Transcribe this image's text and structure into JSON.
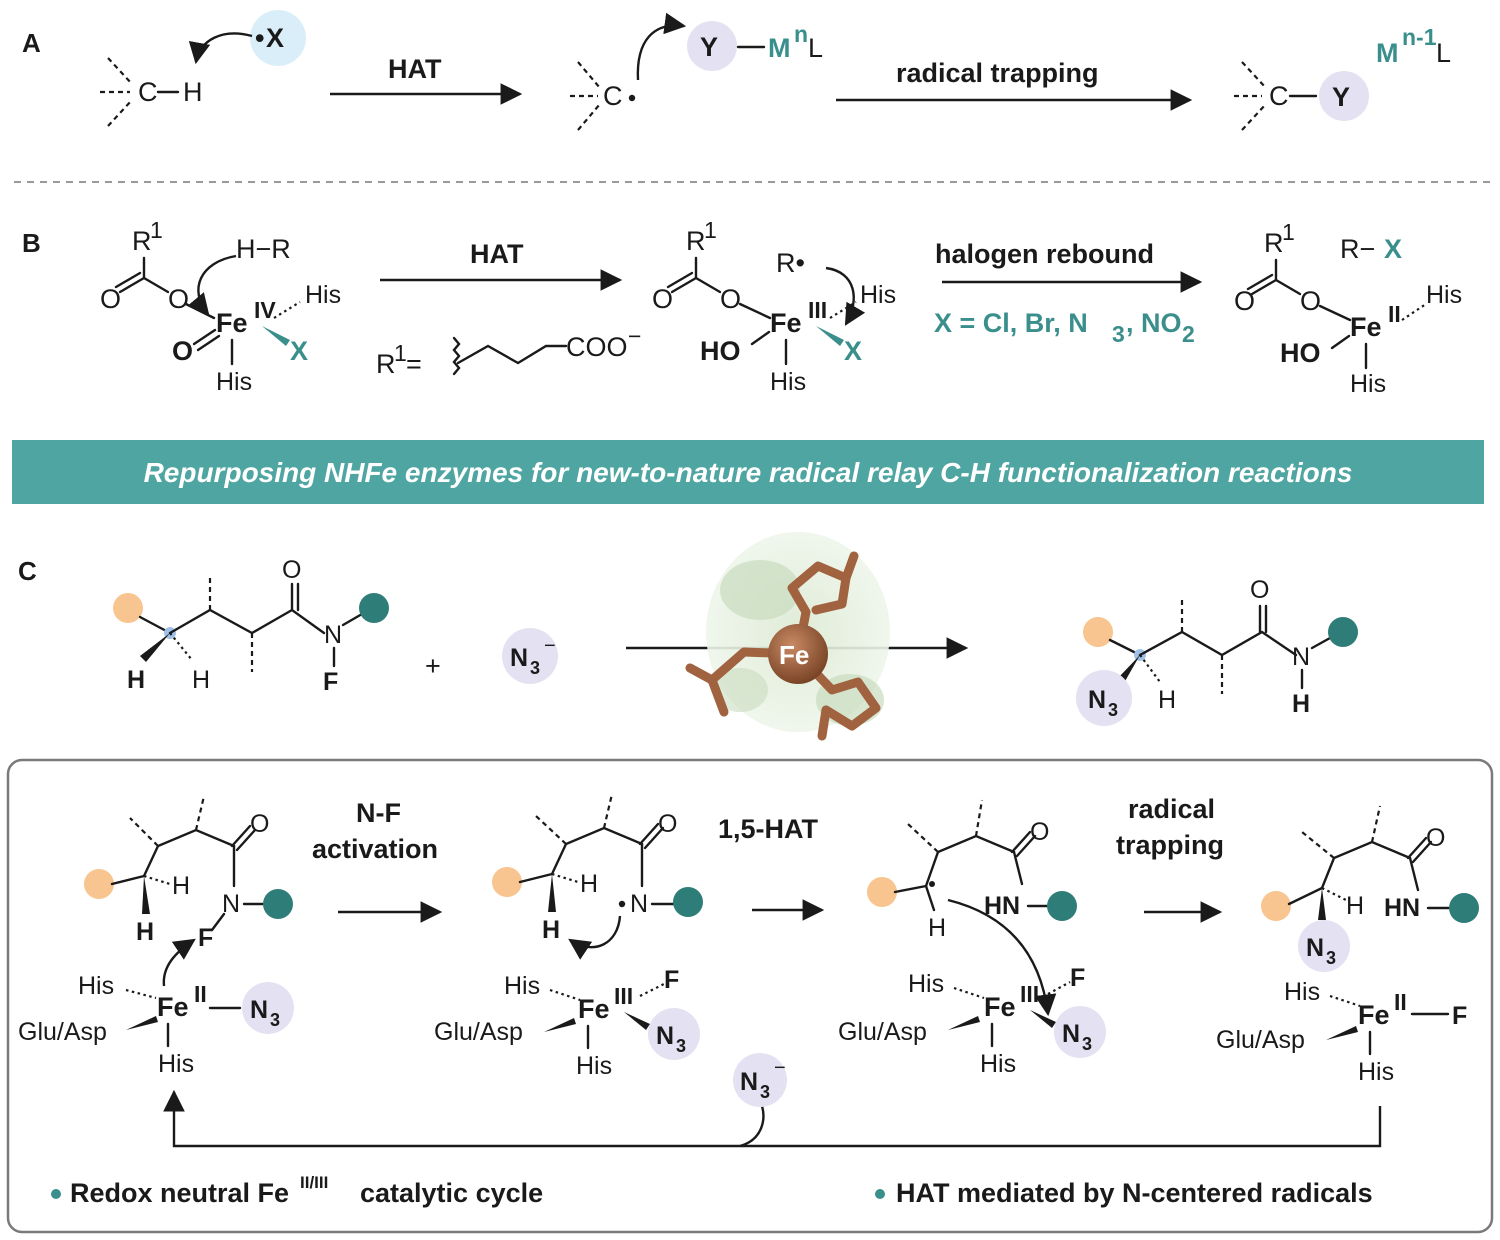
{
  "panels": {
    "a": "A",
    "b": "B",
    "c": "C"
  },
  "panel_a": {
    "c": "C",
    "h": "H",
    "x_radical": "X",
    "hat": "HAT",
    "y": "Y",
    "metal": "M",
    "metal_ox": "n",
    "metal_ligand": "L",
    "radical_trapping": "radical trapping",
    "product_c": "C",
    "product_y": "Y",
    "metal_reduced": "M",
    "metal_reduced_ox": "n-1",
    "metal_reduced_ligand": "L"
  },
  "panel_b": {
    "r1": "R",
    "r1_sup": "1",
    "o": "O",
    "hr": "H−R",
    "fe": "Fe",
    "fe_iv": "IV",
    "fe_iii": "III",
    "fe_ii": "II",
    "his": "His",
    "x": "X",
    "ho": "HO",
    "hat": "HAT",
    "r1_def": "R",
    "r1_def_sup": "1",
    "r1_def_eq": " =",
    "coo": "COO",
    "coo_charge": "−",
    "r_radical": "R•",
    "halogen_rebound": "halogen rebound",
    "x_list": "X = Cl, Br, N",
    "x_list_n3_sub": "3",
    "x_list_tail": ", NO",
    "x_list_no2_sub": "2",
    "rx_r": "R−",
    "rx_x": "X"
  },
  "banner": {
    "text": "Repurposing NHFe enzymes for new-to-nature radical relay C-H functionalization reactions",
    "color": "#4fa5a1"
  },
  "panel_c": {
    "h": "H",
    "o": "O",
    "n": "N",
    "f": "F",
    "plus": "+",
    "n3": "N",
    "n3_sub": "3",
    "n3_charge": "−",
    "fe": "Fe"
  },
  "cycle": {
    "nf_activation_1": "N-F",
    "nf_activation_2": "activation",
    "hat_15": "1,5-HAT",
    "radical_trapping_1": "radical",
    "radical_trapping_2": "trapping",
    "his": "His",
    "glu_asp": "Glu/Asp",
    "fe": "Fe",
    "fe_ii": "II",
    "fe_iii": "III",
    "n3": "N",
    "n3_sub": "3",
    "f": "F",
    "h": "H",
    "o": "O",
    "n": "N",
    "hn": "HN",
    "n3_anion_charge": "−",
    "note_left_a": "Redox neutral Fe",
    "note_left_sup": "II/III",
    "note_left_b": " catalytic cycle",
    "note_right": "HAT mediated by N-centered radicals"
  },
  "colors": {
    "teal_text": "#3a8f8c",
    "peach": "#f8c48f",
    "teal_dot": "#2f7d79",
    "bubble": "#e4e1f2",
    "iron_brown": "#a0623f"
  }
}
